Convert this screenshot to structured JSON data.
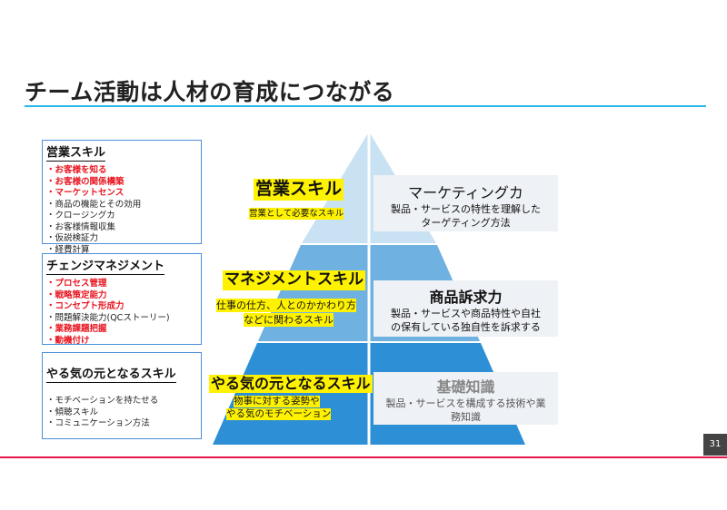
{
  "slide": {
    "title": "チーム活動は人材の育成につながる",
    "page_number": "31"
  },
  "left_boxes": {
    "sales": {
      "heading": "営業スキル",
      "items": [
        {
          "text": "・お客様を知る",
          "highlight": true
        },
        {
          "text": "・お客様の関係構築",
          "highlight": true
        },
        {
          "text": "・マーケットセンス",
          "highlight": true
        },
        {
          "text": "・商品の機能とその効用",
          "highlight": false
        },
        {
          "text": "・クロージングカ",
          "highlight": false
        },
        {
          "text": "・お客様情報収集",
          "highlight": false
        },
        {
          "text": "・仮説検証力",
          "highlight": false
        },
        {
          "text": "・経費計算",
          "highlight": false
        }
      ]
    },
    "change": {
      "heading": "チェンジマネジメント",
      "items": [
        {
          "text": "・プロセス管理",
          "highlight": true
        },
        {
          "text": "・戦略策定能力",
          "highlight": true
        },
        {
          "text": "・コンセプト形成力",
          "highlight": true
        },
        {
          "text": "・問題解決能力(QCストーリー)",
          "highlight": false
        },
        {
          "text": "・業務課題把握",
          "highlight": true
        },
        {
          "text": "・動機付け",
          "highlight": true
        }
      ]
    },
    "motivation": {
      "heading": "やる気の元となるスキル",
      "items": [
        {
          "text": "・モチベーションを持たせる",
          "highlight": false
        },
        {
          "text": "・傾聴スキル",
          "highlight": false
        },
        {
          "text": "・コミュニケーション方法",
          "highlight": false
        }
      ]
    }
  },
  "pyramid": {
    "top": {
      "label": "営業スキル",
      "sub": "営業として必要なスキル",
      "color": "#c9e2f3"
    },
    "middle": {
      "label": "マネジメントスキル",
      "sub1": "仕事の仕方、人とのかかわり方",
      "sub2": "などに関わるスキル",
      "color": "#6fb1e0"
    },
    "bottom": {
      "label": "やる気の元となるスキル",
      "sub1": "物事に対する姿勢や",
      "sub2": "やる気のモチベーション",
      "color": "#2d8fd6"
    }
  },
  "right_panels": {
    "marketing": {
      "title": "マーケティングカ",
      "line1": "製品・サービスの特性を理解した",
      "line2": "ターゲティング方法"
    },
    "appeal": {
      "title": "商品訴求力",
      "line1": "製品・サービスや商品特性や自社",
      "line2": "の保有している独自性を訴求する"
    },
    "basic": {
      "title": "基礎知識",
      "line1": "製品・サービスを構成する技術や業",
      "line2": "務知識"
    }
  },
  "colors": {
    "accent_rule": "#29b6e8",
    "footer_rule": "#e8144b",
    "highlight_red": "#e8141f",
    "label_yellow": "#fff200",
    "panel_bg": "#eef1f5",
    "basic_title_gray": "#888888"
  }
}
